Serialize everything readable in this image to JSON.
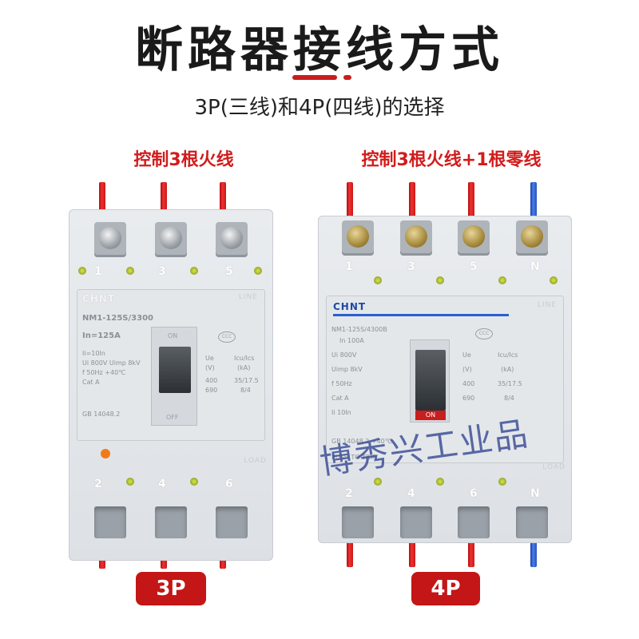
{
  "header": {
    "title": "断路器接线方式",
    "subtitle": "3P(三线)和4P(四线)的选择",
    "accent_color": "#c81e1e"
  },
  "left_product": {
    "lead_label": "控制3根火线",
    "badge": "3P",
    "brand": "CHNT",
    "model": "NM1-125S/3300",
    "rating": "In=125A",
    "specs": [
      "Ii=10In",
      "Ui 800V  Uimp 8kV",
      "f 50Hz     +40℃",
      "Cat A"
    ],
    "ratings_header": [
      "Ue",
      "Icu/Ics"
    ],
    "ratings_units": [
      "(V)",
      "(kA)"
    ],
    "ratings_rows": [
      [
        "400",
        "35/17.5"
      ],
      [
        "690",
        "8/4"
      ]
    ],
    "standard": "GB 14048.2",
    "pole_numbers_top": [
      "1",
      "3",
      "5"
    ],
    "pole_numbers_bottom": [
      "2",
      "4",
      "6"
    ],
    "line_label": "LINE",
    "load_label": "LOAD",
    "on_label": "ON",
    "off_label": "OFF"
  },
  "right_product": {
    "lead_label": "控制3根火线+1根零线",
    "badge": "4P",
    "brand": "CHNT",
    "model": "NM1-125S/4300B",
    "rating": "In 100A",
    "specs": [
      "Ui          800V",
      "Uimp       8kV",
      "f           50Hz",
      "Cat         A",
      "Ii          10In"
    ],
    "ratings_header": [
      "Ue",
      "Icu/Ics"
    ],
    "ratings_units": [
      "(V)",
      "(kA)"
    ],
    "ratings_rows": [
      [
        "400",
        "35/17.5"
      ],
      [
        "690",
        "8/4"
      ]
    ],
    "standard": "GB 14048.2       +40℃",
    "push_label": "PUSH TO TRIP",
    "pole_numbers_top": [
      "1",
      "3",
      "5",
      "N"
    ],
    "pole_numbers_bottom": [
      "2",
      "4",
      "6",
      "N"
    ],
    "line_label": "LINE",
    "load_label": "LOAD",
    "on_label": "ON"
  },
  "watermark": "博秀兴工业品",
  "wire_colors": {
    "live": "#e02020",
    "neutral": "#2a5fcf"
  }
}
